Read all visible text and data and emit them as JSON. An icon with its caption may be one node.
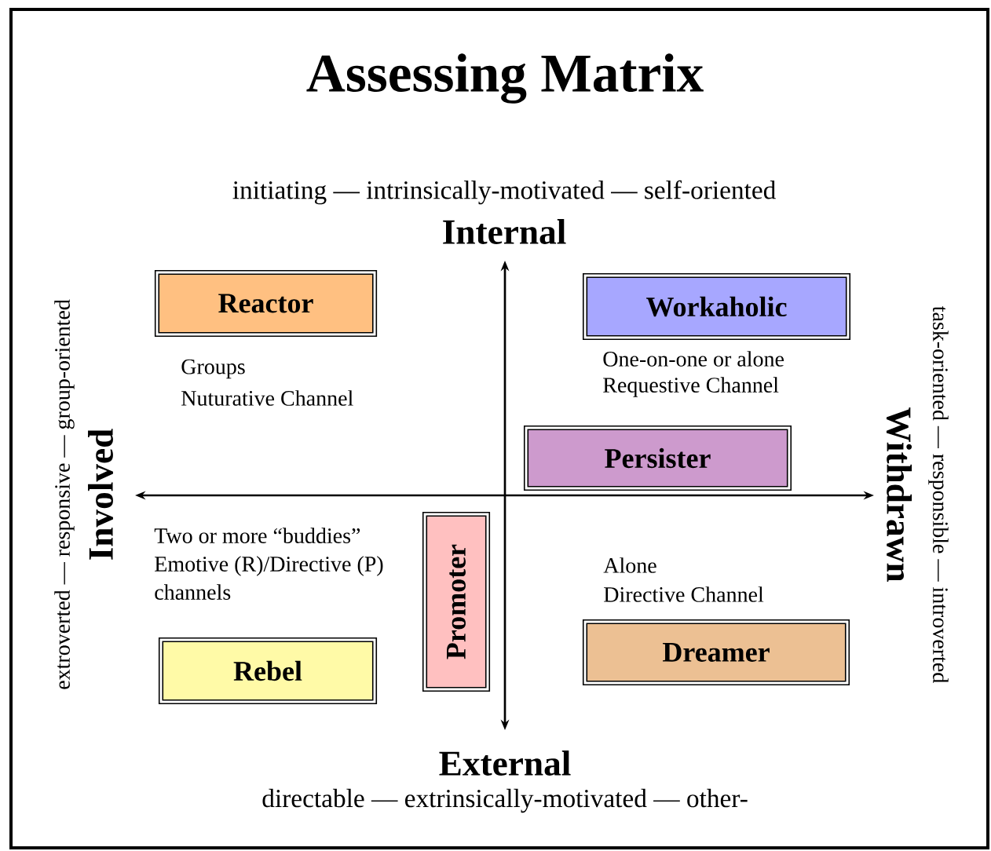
{
  "diagram": {
    "title": "Assessing Matrix",
    "nodes": [
      {
        "text": [
          "Reactor"
        ]
      },
      {
        "text": [
          "Workaholic"
        ]
      },
      {
        "text": [
          "Persister"
        ]
      },
      {
        "text": [
          "Promoter"
        ]
      },
      {
        "text": [
          "Rebel"
        ]
      },
      {
        "text": [
          "Dreamer"
        ]
      }
    ],
    "labels": [
      "initiating — intrinsically-motivated — self-oriented",
      "Internal",
      "extroverted — responsive — group-oriented",
      "Involved",
      "Groups",
      "Nuturative Channel",
      "One-on-one or alone",
      "Requestive Channel",
      "Withdrawn",
      "task-oriented — responsible — introverted",
      "Two or more “buddies” Emotive (R)/Directive (P) channels",
      "Alone",
      "Directive Channel",
      "External",
      "directable — extrinsically-motivated — other-"
    ]
  }
}
